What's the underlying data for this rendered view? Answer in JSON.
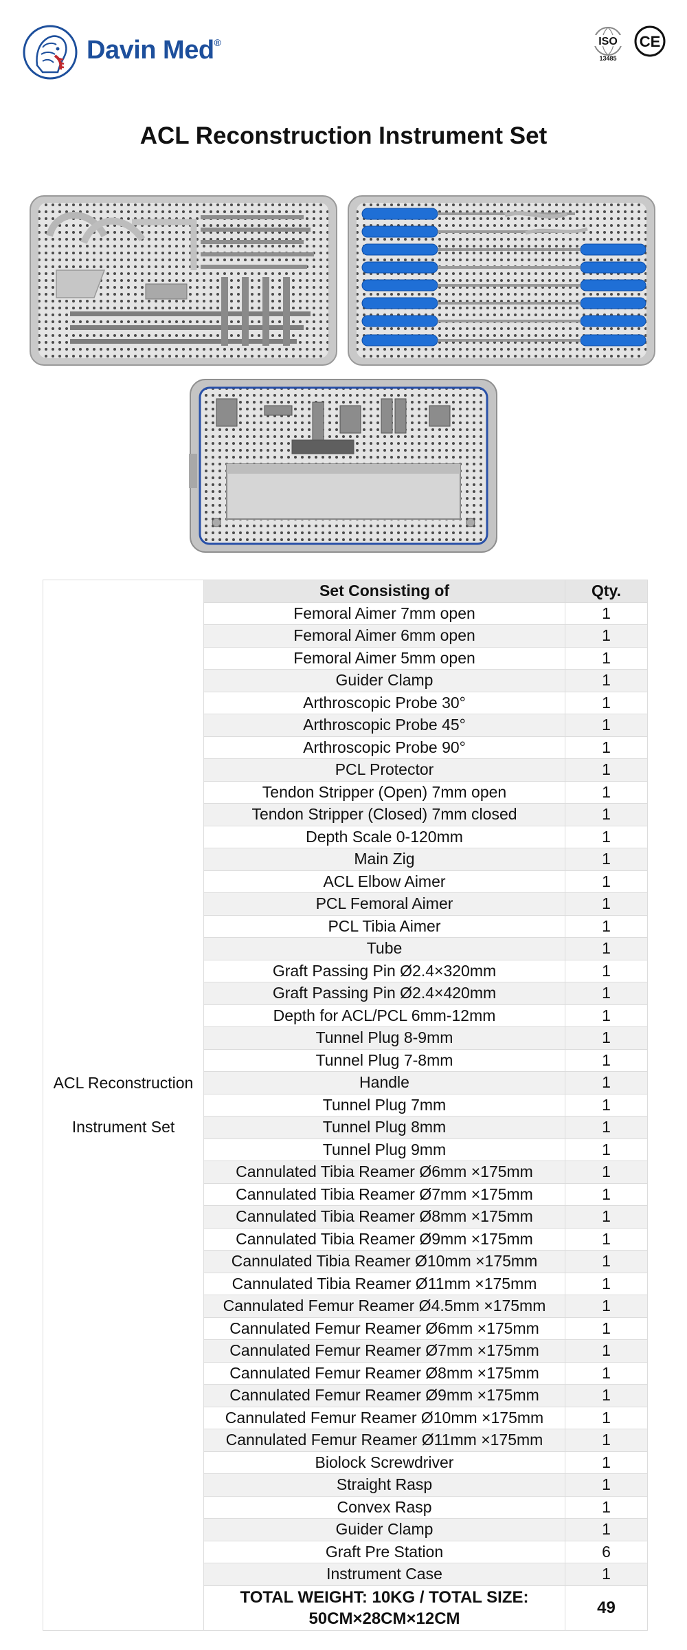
{
  "brand": {
    "name": "Davin Med",
    "reg_mark": "®"
  },
  "certifications": {
    "iso_label": "ISO",
    "iso_number": "13485",
    "ce_label": "CE"
  },
  "title": "ACL Reconstruction Instrument Set",
  "photos": [
    "tray-1-photo",
    "tray-2-photo",
    "tray-3-photo"
  ],
  "table": {
    "group_label_line1": "ACL Reconstruction",
    "group_label_line2": "Instrument Set",
    "headers": {
      "item": "Set Consisting of",
      "qty": "Qty."
    },
    "rows": [
      {
        "item": "Femoral Aimer 7mm open",
        "qty": "1"
      },
      {
        "item": "Femoral Aimer 6mm open",
        "qty": "1"
      },
      {
        "item": "Femoral Aimer 5mm open",
        "qty": "1"
      },
      {
        "item": "Guider Clamp",
        "qty": "1"
      },
      {
        "item": "Arthroscopic Probe 30°",
        "qty": "1"
      },
      {
        "item": "Arthroscopic Probe 45°",
        "qty": "1"
      },
      {
        "item": "Arthroscopic Probe 90°",
        "qty": "1"
      },
      {
        "item": "PCL Protector",
        "qty": "1"
      },
      {
        "item": "Tendon Stripper (Open) 7mm open",
        "qty": "1"
      },
      {
        "item": "Tendon Stripper (Closed) 7mm closed",
        "qty": "1"
      },
      {
        "item": "Depth Scale 0-120mm",
        "qty": "1"
      },
      {
        "item": "Main Zig",
        "qty": "1"
      },
      {
        "item": "ACL Elbow Aimer",
        "qty": "1"
      },
      {
        "item": "PCL Femoral Aimer",
        "qty": "1"
      },
      {
        "item": "PCL Tibia Aimer",
        "qty": "1"
      },
      {
        "item": "Tube",
        "qty": "1"
      },
      {
        "item": "Graft Passing Pin Ø2.4×320mm",
        "qty": "1"
      },
      {
        "item": "Graft Passing Pin Ø2.4×420mm",
        "qty": "1"
      },
      {
        "item": "Depth for ACL/PCL 6mm-12mm",
        "qty": "1"
      },
      {
        "item": "Tunnel Plug 8-9mm",
        "qty": "1"
      },
      {
        "item": "Tunnel Plug 7-8mm",
        "qty": "1"
      },
      {
        "item": "Handle",
        "qty": "1"
      },
      {
        "item": "Tunnel Plug 7mm",
        "qty": "1"
      },
      {
        "item": "Tunnel Plug 8mm",
        "qty": "1"
      },
      {
        "item": "Tunnel Plug 9mm",
        "qty": "1"
      },
      {
        "item": "Cannulated Tibia Reamer Ø6mm ×175mm",
        "qty": "1"
      },
      {
        "item": "Cannulated Tibia Reamer Ø7mm ×175mm",
        "qty": "1"
      },
      {
        "item": "Cannulated Tibia Reamer Ø8mm ×175mm",
        "qty": "1"
      },
      {
        "item": "Cannulated Tibia Reamer Ø9mm ×175mm",
        "qty": "1"
      },
      {
        "item": "Cannulated Tibia Reamer Ø10mm ×175mm",
        "qty": "1"
      },
      {
        "item": "Cannulated Tibia Reamer Ø11mm ×175mm",
        "qty": "1"
      },
      {
        "item": "Cannulated Femur Reamer Ø4.5mm ×175mm",
        "qty": "1"
      },
      {
        "item": "Cannulated Femur Reamer Ø6mm ×175mm",
        "qty": "1"
      },
      {
        "item": "Cannulated Femur Reamer Ø7mm ×175mm",
        "qty": "1"
      },
      {
        "item": "Cannulated Femur Reamer Ø8mm ×175mm",
        "qty": "1"
      },
      {
        "item": "Cannulated Femur Reamer Ø9mm ×175mm",
        "qty": "1"
      },
      {
        "item": "Cannulated Femur Reamer Ø10mm ×175mm",
        "qty": "1"
      },
      {
        "item": "Cannulated Femur Reamer Ø11mm ×175mm",
        "qty": "1"
      },
      {
        "item": "Biolock Screwdriver",
        "qty": "1"
      },
      {
        "item": "Straight Rasp",
        "qty": "1"
      },
      {
        "item": "Convex Rasp",
        "qty": "1"
      },
      {
        "item": "Guider Clamp",
        "qty": "1"
      },
      {
        "item": "Graft Pre Station",
        "qty": "6"
      },
      {
        "item": "Instrument Case",
        "qty": "1"
      }
    ],
    "total_line1": "TOTAL WEIGHT: 10KG / TOTAL SIZE:",
    "total_line2": "50CM×28CM×12CM",
    "total_qty": "49"
  }
}
